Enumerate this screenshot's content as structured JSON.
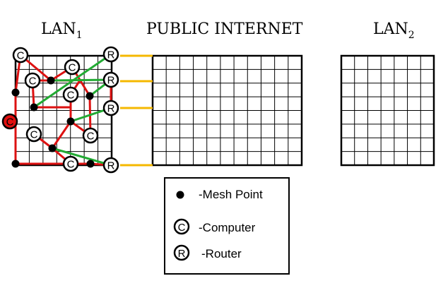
{
  "titles": {
    "lan1": "LAN",
    "lan1_sub": "1",
    "internet": "PUBLIC INTERNET",
    "lan2": "LAN",
    "lan2_sub": "2"
  },
  "node_letters": {
    "computer": "C",
    "router": "R"
  },
  "legend": {
    "mesh_point": "-Mesh Point",
    "computer": "-Computer",
    "router": "-Router"
  },
  "colors": {
    "grid": "#000000",
    "red_link": "#dd1111",
    "green_link": "#22aa33",
    "yellow_link": "#f5b800",
    "highlight_computer": "#e01010"
  }
}
